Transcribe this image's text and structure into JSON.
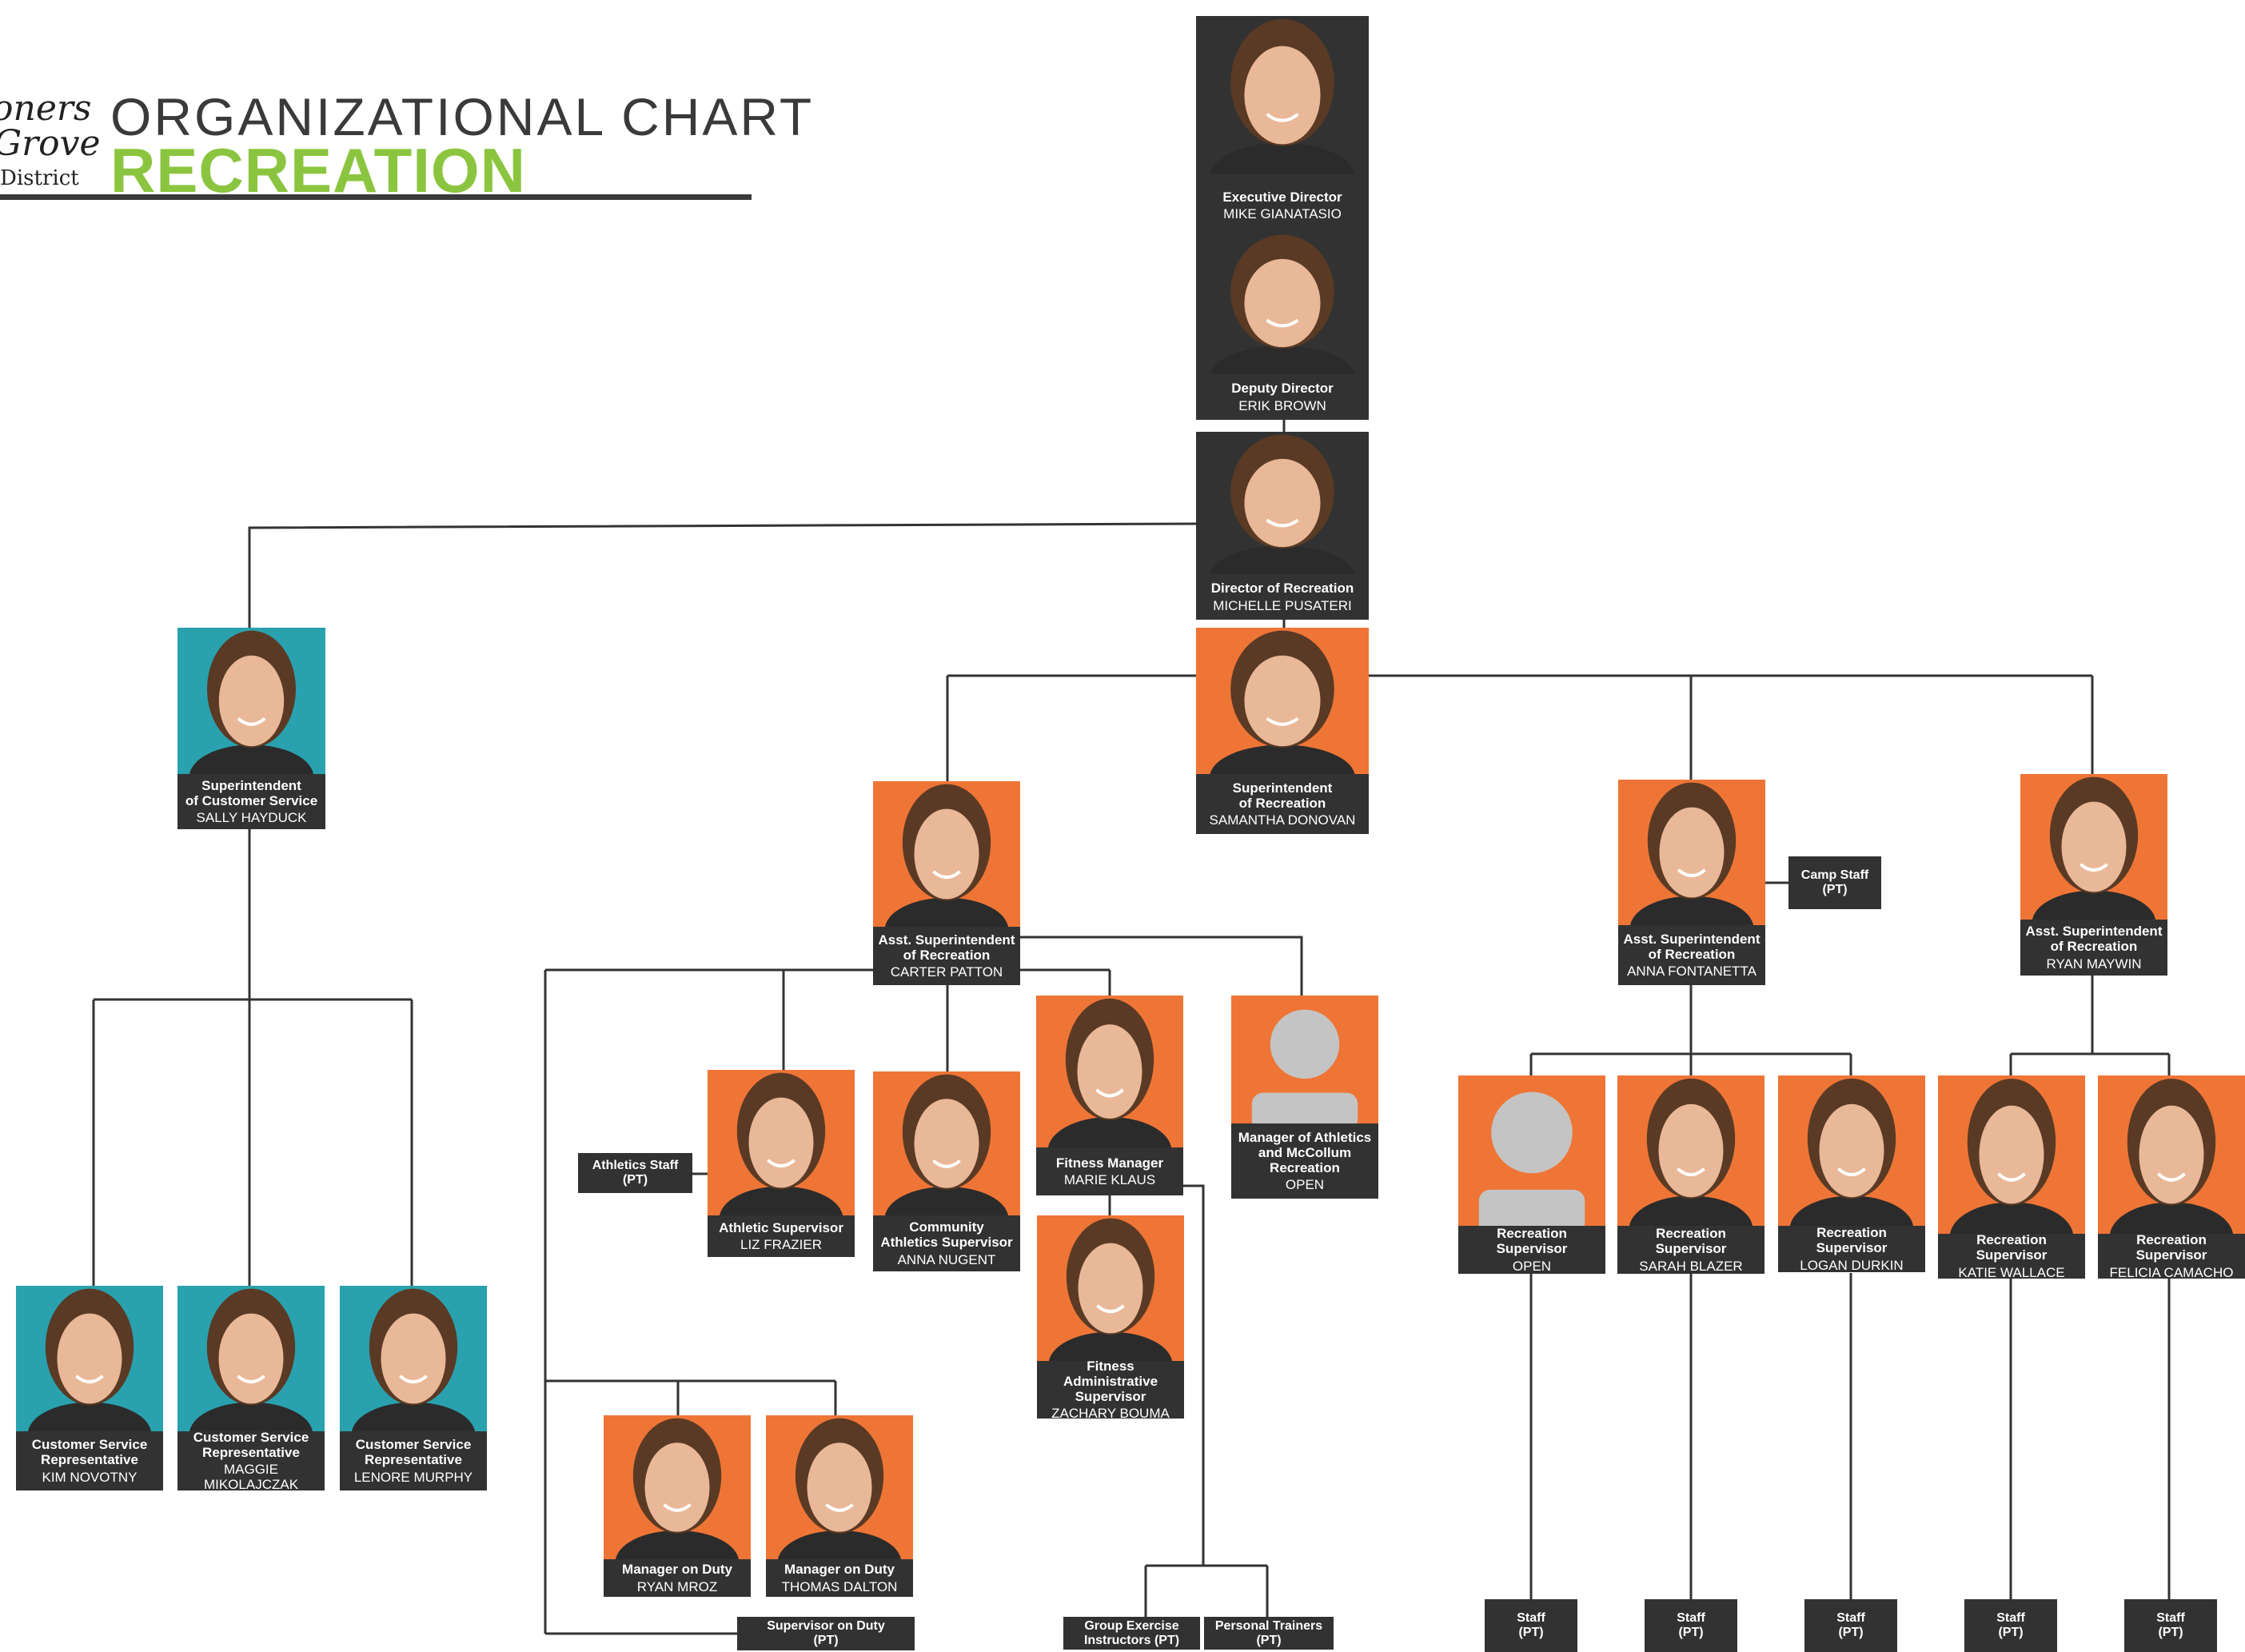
{
  "header": {
    "logo_line1": "oners",
    "logo_line2": "Grove",
    "logo_line3": "District",
    "title": "ORGANIZATIONAL CHART",
    "subtitle": "RECREATION",
    "title_color": "#3a3a3a",
    "subtitle_color": "#8bc53f"
  },
  "colors": {
    "orange": "#ef7536",
    "teal": "#2aa1ae",
    "dark": "#323232",
    "line": "#333333"
  },
  "people": [
    {
      "id": "p-exec",
      "role": "Executive Director",
      "name": "MIKE GIANATASIO",
      "bg": "dark"
    },
    {
      "id": "p-deputy",
      "role": "Deputy Director",
      "name": "ERIK BROWN",
      "bg": "dark"
    },
    {
      "id": "p-dir",
      "role": "Director of Recreation",
      "name": "MICHELLE PUSATERI",
      "bg": "dark"
    },
    {
      "id": "p-supt",
      "role": "Superintendent\nof Recreation",
      "name": "SAMANTHA DONOVAN",
      "bg": "orange"
    },
    {
      "id": "p-cs-supt",
      "role": "Superintendent\nof Customer Service",
      "name": "SALLY HAYDUCK",
      "bg": "teal"
    },
    {
      "id": "p-carter",
      "role": "Asst. Superintendent\nof Recreation",
      "name": "CARTER PATTON",
      "bg": "orange"
    },
    {
      "id": "p-anna-f",
      "role": "Asst. Superintendent\nof Recreation",
      "name": "ANNA FONTANETTA",
      "bg": "orange"
    },
    {
      "id": "p-ryan-m",
      "role": "Asst. Superintendent\nof Recreation",
      "name": "RYAN MAYWIN",
      "bg": "orange"
    },
    {
      "id": "p-kim",
      "role": "Customer Service\nRepresentative",
      "name": "KIM NOVOTNY",
      "bg": "teal"
    },
    {
      "id": "p-maggie",
      "role": "Customer Service\nRepresentative",
      "name": "MAGGIE MIKOLAJCZAK",
      "bg": "teal"
    },
    {
      "id": "p-lenore",
      "role": "Customer Service\nRepresentative",
      "name": "LENORE MURPHY",
      "bg": "teal"
    },
    {
      "id": "p-liz",
      "role": "Athletic Supervisor",
      "name": "LIZ FRAZIER",
      "bg": "orange"
    },
    {
      "id": "p-nugent",
      "role": "Community\nAthletics Supervisor",
      "name": "ANNA NUGENT",
      "bg": "orange"
    },
    {
      "id": "p-marie",
      "role": "Fitness Manager",
      "name": "MARIE KLAUS",
      "bg": "orange"
    },
    {
      "id": "p-mgr-ath",
      "role": "Manager of Athletics\nand McCollum\nRecreation",
      "name": "OPEN",
      "bg": "orange",
      "placeholder": true
    },
    {
      "id": "p-zach",
      "role": "Fitness Administrative\nSupervisor",
      "name": "ZACHARY BOUMA",
      "bg": "orange"
    },
    {
      "id": "p-mroz",
      "role": "Manager on Duty",
      "name": "RYAN MROZ",
      "bg": "orange"
    },
    {
      "id": "p-dalton",
      "role": "Manager on Duty",
      "name": "THOMAS DALTON",
      "bg": "orange"
    },
    {
      "id": "p-rs-open",
      "role": "Recreation Supervisor",
      "name": "OPEN",
      "bg": "orange",
      "placeholder": true
    },
    {
      "id": "p-blazer",
      "role": "Recreation Supervisor",
      "name": "SARAH BLAZER",
      "bg": "orange"
    },
    {
      "id": "p-durkin",
      "role": "Recreation Supervisor",
      "name": "LOGAN DURKIN",
      "bg": "orange"
    },
    {
      "id": "p-wallace",
      "role": "Recreation Supervisor",
      "name": "KATIE WALLACE",
      "bg": "orange"
    },
    {
      "id": "p-camacho",
      "role": "Recreation Supervisor",
      "name": "FELICIA CAMACHO",
      "bg": "orange"
    }
  ],
  "tags": [
    {
      "id": "t-camp",
      "text": "Camp Staff\n(PT)"
    },
    {
      "id": "t-athletics",
      "text": "Athletics Staff\n(PT)"
    },
    {
      "id": "t-sod",
      "text": "Supervisor on Duty\n(PT)"
    },
    {
      "id": "t-group",
      "text": "Group Exercise\nInstructors (PT)"
    },
    {
      "id": "t-pt",
      "text": "Personal Trainers\n(PT)"
    },
    {
      "id": "t-staff1",
      "text": "Staff\n(PT)"
    },
    {
      "id": "t-staff2",
      "text": "Staff\n(PT)"
    },
    {
      "id": "t-staff3",
      "text": "Staff\n(PT)"
    },
    {
      "id": "t-staff4",
      "text": "Staff\n(PT)"
    },
    {
      "id": "t-staff5",
      "text": "Staff\n(PT)"
    }
  ]
}
